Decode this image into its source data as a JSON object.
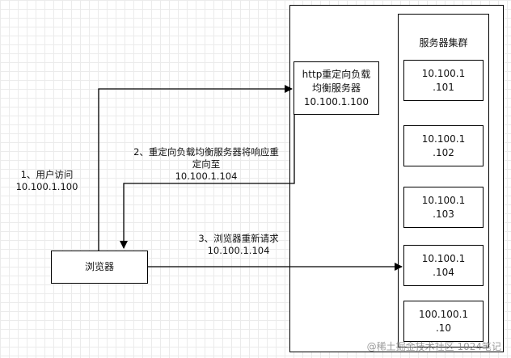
{
  "nodes": {
    "browser": "浏览器",
    "redirect_lb": "http重定向负载\n均衡服务器\n10.100.1.100",
    "cluster_title": "服务器集群",
    "servers": [
      "10.100.1\n.101",
      "10.100.1\n.102",
      "10.100.1\n.103",
      "10.100.1\n.104",
      "100.100.1\n.10"
    ]
  },
  "steps": {
    "step1": "1、用户访问\n10.100.1.100",
    "step2": "2、重定向负载均衡服务器将响应重\n定向至\n10.100.1.104",
    "step3": "3、浏览器重新请求\n10.100.1.104"
  },
  "watermark": "@稀土掘金技术社区 1024笔记"
}
